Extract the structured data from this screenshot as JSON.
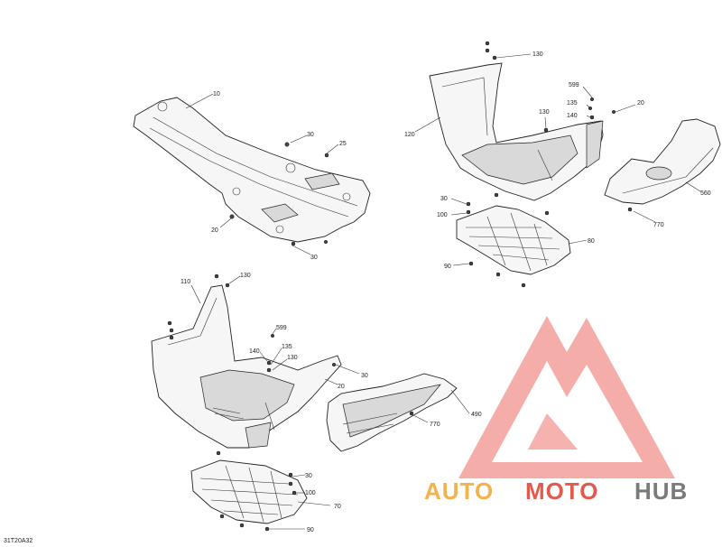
{
  "diagram": {
    "code": "31T20A32",
    "callouts": {
      "c10": "10",
      "c30a": "30",
      "c25": "25",
      "c20a": "20",
      "c30b": "30",
      "c130a": "130",
      "c599a": "599",
      "c135a": "135",
      "c140a": "140",
      "c130b": "130",
      "c20b": "20",
      "c120": "120",
      "c30c": "30",
      "c100a": "100",
      "c80": "80",
      "c90a": "90",
      "c560": "560",
      "c770a": "770",
      "c110": "110",
      "c130c": "130",
      "c599b": "599",
      "c140b": "140",
      "c135b": "135",
      "c130d": "130",
      "c30d": "30",
      "c20c": "20",
      "c490": "490",
      "c770b": "770",
      "c30e": "30",
      "c100b": "100",
      "c70": "70",
      "c90b": "90"
    }
  },
  "watermark": {
    "word1": "AUTO",
    "word2": "MOTO",
    "word3": "HUB",
    "colors": {
      "auto": "#f4b24e",
      "moto": "#e05a4e",
      "hub": "#7b7b7b",
      "logo": "#ef7f78"
    }
  }
}
